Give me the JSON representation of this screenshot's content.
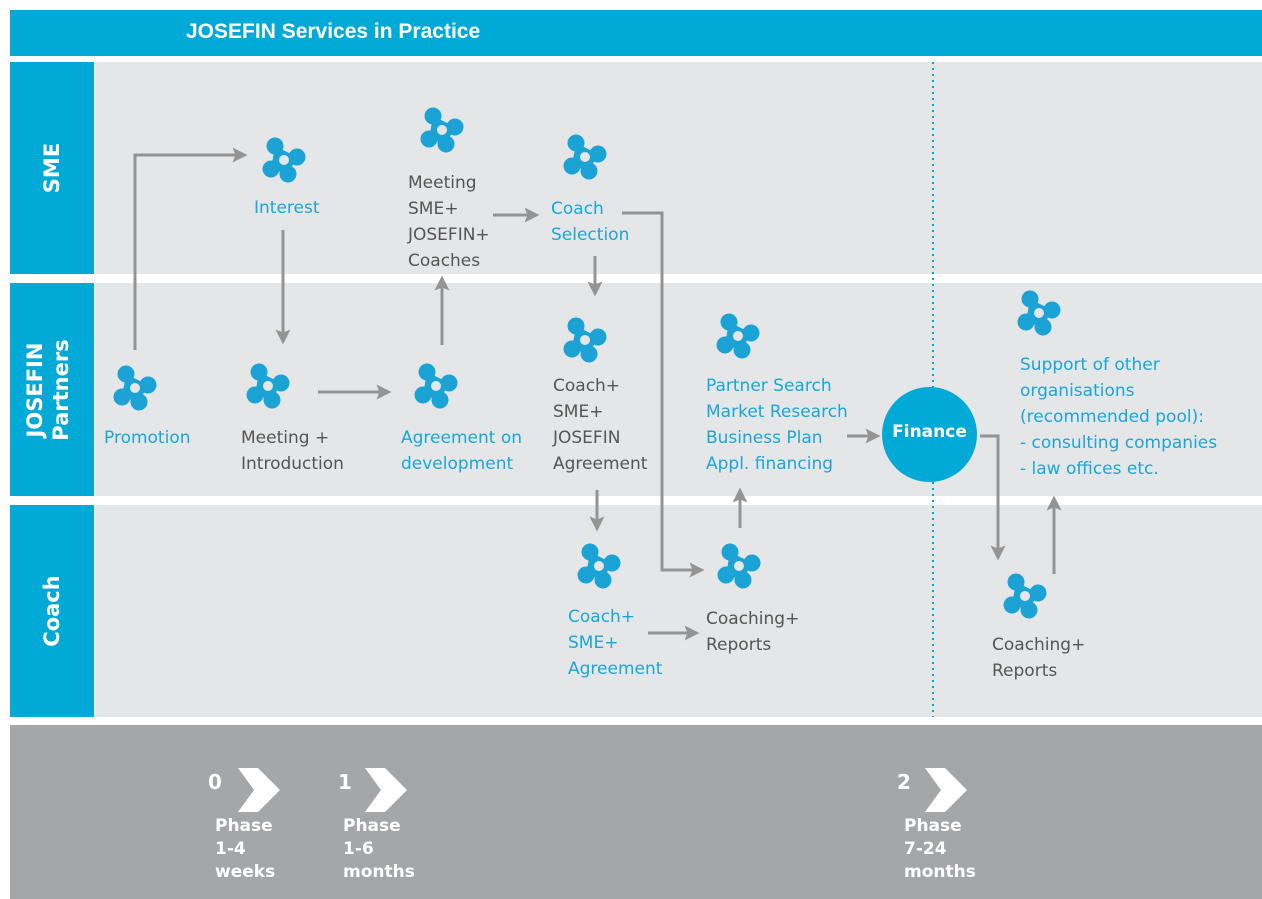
{
  "title": "JOSEFIN Services in Practice",
  "lanes": {
    "sme": "SME",
    "partners_line1": "JOSEFIN",
    "partners_line2": "Partners",
    "coach": "Coach"
  },
  "nodes": {
    "promotion": "Promotion",
    "interest": "Interest",
    "meeting_intro": [
      "Meeting +",
      "Introduction"
    ],
    "meeting_sme": [
      "Meeting",
      "SME+",
      "JOSEFIN+",
      "Coaches"
    ],
    "agreement_dev": [
      "Agreement on",
      "development"
    ],
    "coach_selection": [
      "Coach",
      "Selection"
    ],
    "coach_sme_josefin": [
      "Coach+",
      "SME+",
      "JOSEFIN",
      "Agreement"
    ],
    "partner_search": [
      "Partner Search",
      "Market Research",
      "Business Plan",
      "Appl. financing"
    ],
    "coach_sme_agreement": [
      "Coach+",
      "SME+",
      "Agreement"
    ],
    "coaching_reports_1": [
      "Coaching+",
      "Reports"
    ],
    "coaching_reports_2": [
      "Coaching+",
      "Reports"
    ],
    "support_other": [
      "Support of other",
      "organisations",
      "(recommended pool):",
      "- consulting companies",
      "- law offices etc."
    ],
    "finance": "Finance"
  },
  "phases": [
    {
      "number": "0",
      "label": [
        "Phase",
        "1-4",
        "weeks"
      ]
    },
    {
      "number": "1",
      "label": [
        "Phase",
        "1-6",
        "months"
      ]
    },
    {
      "number": "2",
      "label": [
        "Phase",
        "7-24",
        "months"
      ]
    }
  ],
  "colors": {
    "accent": "#00a9d6",
    "icon": "#1aa3d4",
    "lane_bg": "#e5e6e7",
    "timeline_bg": "#a5a6a8",
    "arrow": "#949494"
  }
}
